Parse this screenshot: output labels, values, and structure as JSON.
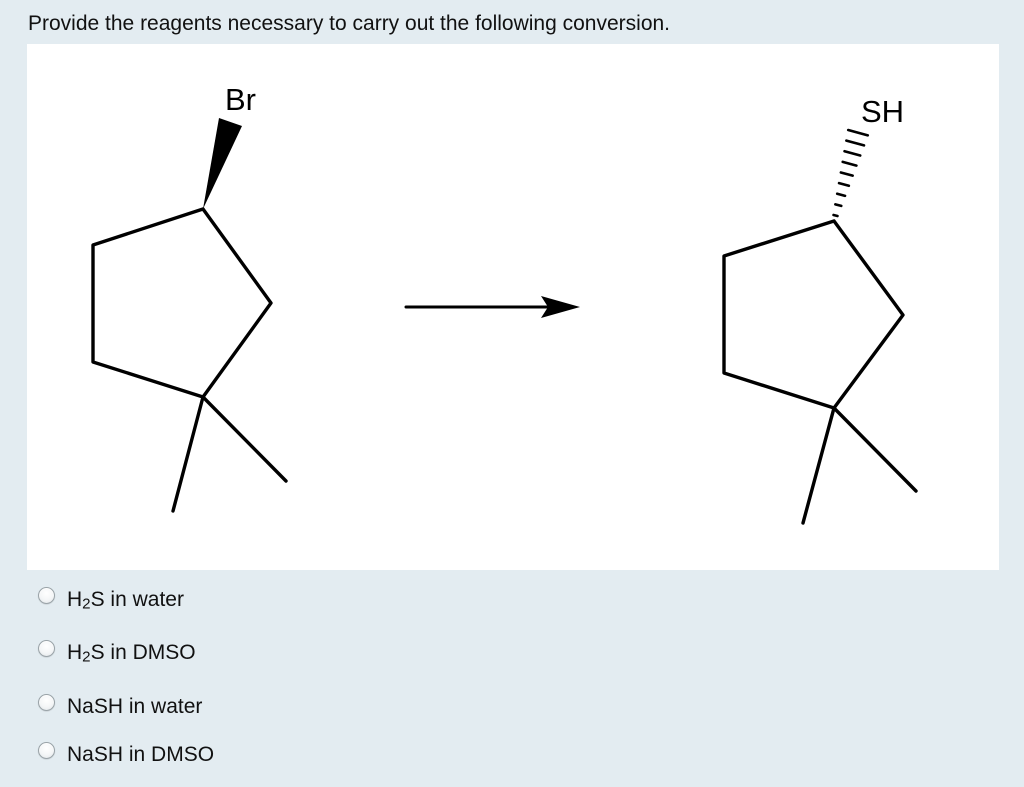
{
  "question": {
    "text": "Provide the reagents necessary to carry out the following conversion."
  },
  "figure": {
    "reactant_label": "Br",
    "product_label": "SH"
  },
  "options": [
    {
      "prefix": "H",
      "sub": "2",
      "suffix": "S in water",
      "selected": false
    },
    {
      "prefix": "H",
      "sub": "2",
      "suffix": "S in DMSO",
      "selected": false
    },
    {
      "prefix": "NaSH in water",
      "sub": "",
      "suffix": "",
      "selected": false
    },
    {
      "prefix": "NaSH in DMSO",
      "sub": "",
      "suffix": "",
      "selected": false
    }
  ]
}
